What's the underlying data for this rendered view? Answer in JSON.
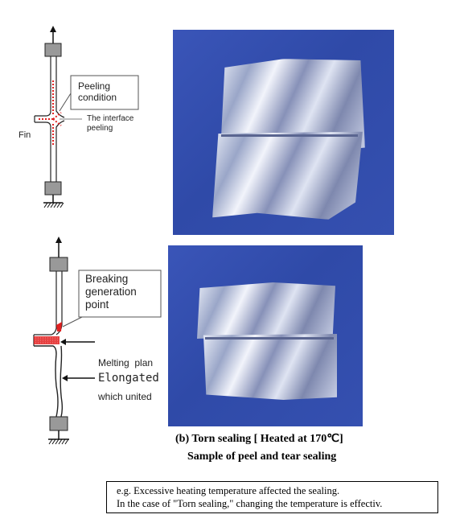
{
  "diagram_a": {
    "peeling_condition": [
      "Peeling",
      "condition"
    ],
    "interface_peeling": [
      "The interface",
      "peeling"
    ],
    "fin": "Fin"
  },
  "diagram_b": {
    "breaking_point": [
      "Breaking",
      "generation",
      "point"
    ],
    "melting_plan": [
      "Melting  plan",
      "which united"
    ],
    "elongated": "Elongated"
  },
  "captions": {
    "torn": "(b) Torn sealing  [ Heated at 170℃]",
    "sample": "Sample of peel and tear sealing"
  },
  "note": {
    "line1": "e.g. Excessive heating temperature affected the sealing.",
    "line2": "In the case of \"Torn sealing,\" changing the temperature is effectiv."
  },
  "colors": {
    "photo_background": "#3550b0",
    "highlight_red": "#e02020"
  }
}
